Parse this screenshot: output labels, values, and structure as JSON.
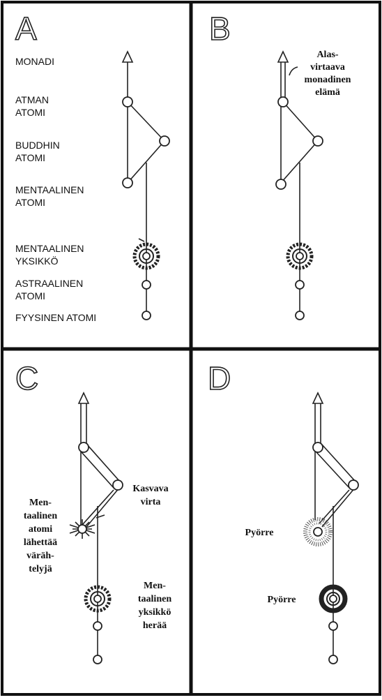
{
  "panels": [
    {
      "letter": "A",
      "labels": [
        "MONADI",
        "ATMAN",
        "ATOMI",
        "BUDDHIN",
        "ATOMI",
        "MENTAALINEN",
        "ATOMI",
        "MENTAALINEN",
        "YKSIKKÖ",
        "ASTRAALINEN",
        "ATOMI",
        "FYYSINEN ATOMI"
      ]
    },
    {
      "letter": "B",
      "annotation": [
        "Alas-",
        "virtaava",
        "monadinen",
        "elämä"
      ]
    },
    {
      "letter": "C",
      "left_note": [
        "Men-",
        "taalinen",
        "atomi",
        "lähettää",
        "väräh-",
        "telyjä"
      ],
      "current_note": [
        "Kasvava",
        "virta"
      ],
      "unit_note": [
        "Men-",
        "taalinen",
        "yksikkö",
        "herää"
      ]
    },
    {
      "letter": "D",
      "vortex_upper": "Pyörre",
      "vortex_lower": "Pyörre"
    }
  ]
}
